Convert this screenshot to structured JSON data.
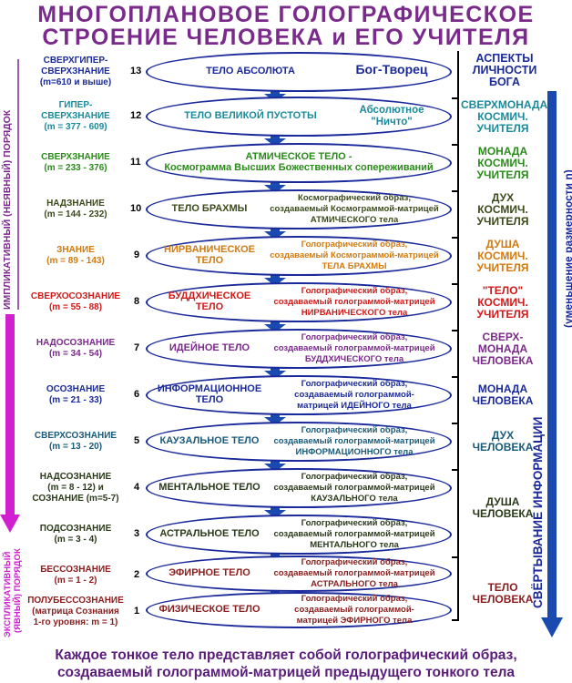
{
  "title_line1": "МНОГОПЛАНОВОЕ ГОЛОГРАФИЧЕСКОЕ",
  "title_line2": "СТРОЕНИЕ ЧЕЛОВЕКА и ЕГО УЧИТЕЛЯ",
  "left_vertical_upper": "ИМПЛИКАТИВНЫЙ (НЕЯВНЫЙ) ПОРЯДОК",
  "left_vertical_lower_1": "ЭКСПЛИКАТИВНЫЙ",
  "left_vertical_lower_2": "(ЯВНЫЙ) ПОРЯДОК",
  "right_vertical_1": "СВЁРТЫВАНИЕ ИНФОРМАЦИИ",
  "right_vertical_2": "(уменьшение размерности n)",
  "header_right": "АСПЕКТЫ ЛИЧНОСТИ БОГА",
  "levels": [
    {
      "n": "13",
      "consc": "СВЕРХГИПЕР-\nСВЕРХЗНАНИЕ\n(m=610 и выше)",
      "color": "#1a2a9a",
      "body": "ТЕЛО АБСОЛЮТА",
      "body_color": "#1a2a9a",
      "desc": "",
      "extra": "Бог-Творец",
      "extra_color": "#1a2a9a"
    },
    {
      "n": "12",
      "consc": "ГИПЕР-\nСВЕРХЗНАНИЕ\n(m = 377 - 609)",
      "color": "#1a8a9a",
      "body": "ТЕЛО ВЕЛИКОЙ ПУСТОТЫ",
      "body_color": "#1a8a9a",
      "desc": "",
      "extra": "Абсолютное\n\"Ничто\"",
      "extra_color": "#1a8a9a"
    },
    {
      "n": "11",
      "consc": "СВЕРХЗНАНИЕ\n(m = 233 - 376)",
      "color": "#2a8a1a",
      "body": "АТМИЧЕСКОЕ ТЕЛО -\nКосмограмма Высших Божественных сопереживаний",
      "body_color": "#2a8a1a",
      "desc": "",
      "extra": "",
      "extra_color": ""
    },
    {
      "n": "10",
      "consc": "НАДЗНАНИЕ\n(m = 144 - 232)",
      "color": "#3a4a1a",
      "body": "ТЕЛО БРАХМЫ",
      "body_color": "#3a4a1a",
      "desc": "Космографический образ,\nсоздаваемый Космограммой-матрицей\nАТМИЧЕСКОГО тела",
      "desc_color": "#3a4a1a"
    },
    {
      "n": "9",
      "consc": "ЗНАНИЕ\n(m = 89 - 143)",
      "color": "#d07a10",
      "body": "НИРВАНИЧЕСКОЕ\nТЕЛО",
      "body_color": "#d07a10",
      "desc": "Голографический образ,\nсоздаваемый Космограммой-матрицей\nТЕЛА БРАХМЫ",
      "desc_color": "#d07a10"
    },
    {
      "n": "8",
      "consc": "СВЕРХОСОЗНАНИЕ\n(m = 55 - 88)",
      "color": "#d01a1a",
      "body": "БУДДХИЧЕСКОЕ\nТЕЛО",
      "body_color": "#d01a1a",
      "desc": "Голографический образ,\nсоздаваемый голограммой-матрицей\nНИРВАНИЧЕСКОГО тела",
      "desc_color": "#d01a1a"
    },
    {
      "n": "7",
      "consc": "НАДОСОЗНАНИЕ\n(m = 34 - 54)",
      "color": "#7a2a8a",
      "body": "ИДЕЙНОЕ ТЕЛО",
      "body_color": "#7a2a8a",
      "desc": "Голографический образ,\nсоздаваемый голограммой-матрицей\nБУДДХИЧЕСКОГО тела",
      "desc_color": "#7a2a8a"
    },
    {
      "n": "6",
      "consc": "ОСОЗНАНИЕ\n(m = 21 - 33)",
      "color": "#1a2a9a",
      "body": "ИНФОРМАЦИОННОЕ\nТЕЛО",
      "body_color": "#1a2a9a",
      "desc": "Голографический образ,\nсоздаваемый голограммой-\nматрицей ИДЕЙНОГО тела",
      "desc_color": "#1a2a9a"
    },
    {
      "n": "5",
      "consc": "СВЕРХСОЗНАНИЕ\n(m = 13 - 20)",
      "color": "#1a5a7a",
      "body": "КАУЗАЛЬНОЕ ТЕЛО",
      "body_color": "#1a5a7a",
      "desc": "Голографический образ,\nсоздаваемый голограммой-матрицей\nИНФОРМАЦИОННОГО тела",
      "desc_color": "#1a5a7a"
    },
    {
      "n": "4",
      "consc": "НАДСОЗНАНИЕ\n(m = 8 - 12) и\nСОЗНАНИЕ (m=5-7)",
      "color": "#2a3a1a",
      "body": "МЕНТАЛЬНОЕ ТЕЛО",
      "body_color": "#2a3a1a",
      "desc": "Голографический образ,\nсоздаваемый голограммой-матрицей\nКАУЗАЛЬНОГО тела",
      "desc_color": "#2a3a1a"
    },
    {
      "n": "3",
      "consc": "ПОДСОЗНАНИЕ\n(m = 3 - 4)",
      "color": "#2a3a1a",
      "body": "АСТРАЛЬНОЕ ТЕЛО",
      "body_color": "#2a3a1a",
      "desc": "Голографический образ,\nсоздаваемый голограммой-матрицей\nМЕНТАЛЬНОГО тела",
      "desc_color": "#2a3a1a"
    },
    {
      "n": "2",
      "consc": "БЕССОЗНАНИЕ\n(m = 1 - 2)",
      "color": "#8a1d1d",
      "body": "ЭФИРНОЕ ТЕЛО",
      "body_color": "#8a1d1d",
      "desc": "Голографический образ,\nсоздаваемый голограммой-матрицей\nАСТРАЛЬНОГО тела",
      "desc_color": "#8a1d1d"
    },
    {
      "n": "1",
      "consc": "ПОЛУБЕССОЗНАНИЕ\n(матрица Сознания\n1-го уровня:  m = 1)",
      "color": "#8a1d1d",
      "body": "ФИЗИЧЕСКОЕ ТЕЛО",
      "body_color": "#8a1d1d",
      "desc": "Голографический образ,\nсоздаваемый голограммой-\nматрицей ЭФИРНОГО тела",
      "desc_color": "#8a1d1d"
    }
  ],
  "right_labels": [
    {
      "text": "СВЕРХМОНАДА\nКОСМИЧ.\nУЧИТЕЛЯ",
      "color": "#1a8a9a"
    },
    {
      "text": "МОНАДА\nКОСМИЧ.\nУЧИТЕЛЯ",
      "color": "#2a8a1a"
    },
    {
      "text": "ДУХ\nКОСМИЧ.\nУЧИТЕЛЯ",
      "color": "#3a4a1a"
    },
    {
      "text": "ДУША\nКОСМИЧ.\nУЧИТЕЛЯ",
      "color": "#d07a10"
    },
    {
      "text": "\"ТЕЛО\"\nКОСМИЧ.\nУЧИТЕЛЯ",
      "color": "#d01a1a"
    },
    {
      "text": "СВЕРХ-\nМОНАДА\nЧЕЛОВЕКА",
      "color": "#7a2a8a"
    },
    {
      "text": "МОНАДА\nЧЕЛОВЕКА",
      "color": "#1a2a9a"
    },
    {
      "text": "ДУХ\nЧЕЛОВЕКА",
      "color": "#1a5a7a"
    },
    {
      "text": "ДУША\nЧЕЛОВЕКА",
      "color": "#2a3a1a"
    },
    {
      "text": "ТЕЛО\nЧЕЛОВЕКА",
      "color": "#8a1d1d"
    }
  ],
  "footer_line1": "Каждое тонкое тело представляет собой голографический образ,",
  "footer_line2": "создаваемый голограммой-матрицей предыдущего тонкого тела",
  "colors": {
    "title": "#7a2a8a",
    "blue_arrow": "#1a4ab0",
    "magenta_arrow": "#d020d0",
    "ellipse_border": "#1a2a9a"
  }
}
